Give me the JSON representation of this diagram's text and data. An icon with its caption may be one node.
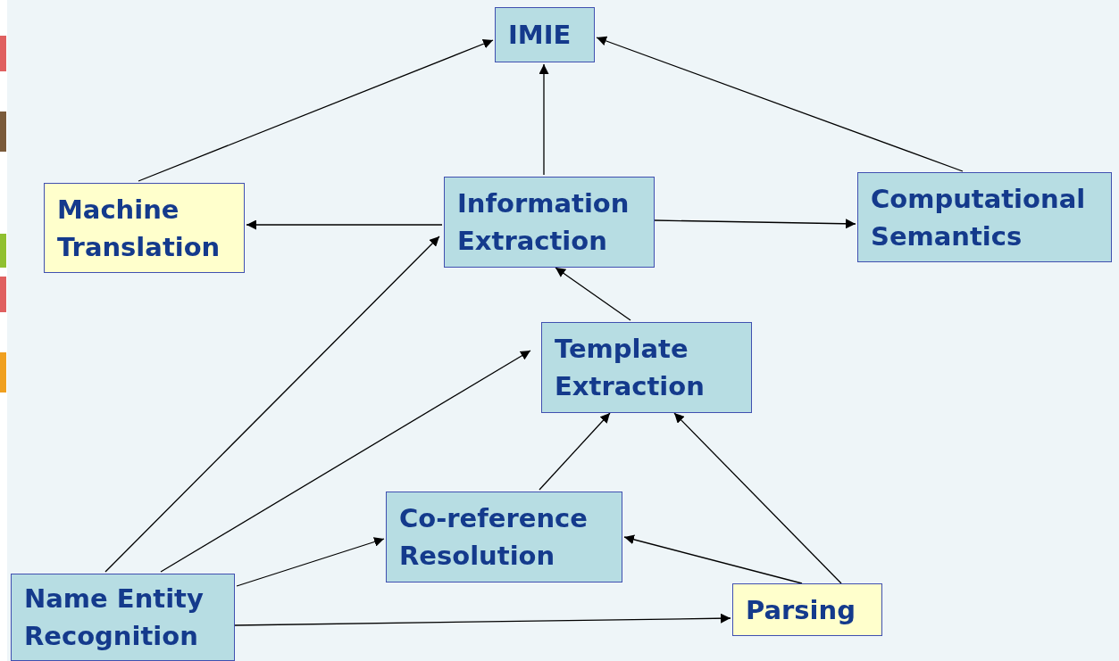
{
  "diagram": {
    "nodes": [
      {
        "text": [
          "IMIE"
        ]
      },
      {
        "text": [
          "Machine Translation"
        ]
      },
      {
        "text": [
          "Information Extraction"
        ]
      },
      {
        "text": [
          "Computational Semantics"
        ]
      },
      {
        "text": [
          "Template Extraction"
        ]
      },
      {
        "text": [
          "Co-reference Resolution"
        ]
      },
      {
        "text": [
          "Name Entity Recognition"
        ]
      },
      {
        "text": [
          "Parsing"
        ]
      }
    ],
    "edges": [
      {
        "from": 1,
        "to": 0,
        "arrow": "to"
      },
      {
        "from": 2,
        "to": 0,
        "arrow": "to"
      },
      {
        "from": 3,
        "to": 0,
        "arrow": "to"
      },
      {
        "from": 2,
        "to": 1,
        "arrow": "to"
      },
      {
        "from": 2,
        "to": 3,
        "arrow": "to"
      },
      {
        "from": 4,
        "to": 2,
        "arrow": "to"
      },
      {
        "from": 6,
        "to": 2,
        "arrow": "to"
      },
      {
        "from": 6,
        "to": 4,
        "arrow": "to"
      },
      {
        "from": 5,
        "to": 4,
        "arrow": "to"
      },
      {
        "from": 7,
        "to": 4,
        "arrow": "to"
      },
      {
        "from": 6,
        "to": 5,
        "arrow": "to"
      },
      {
        "from": 7,
        "to": 5,
        "arrow": "to"
      },
      {
        "from": 6,
        "to": 7,
        "arrow": "to"
      }
    ]
  }
}
